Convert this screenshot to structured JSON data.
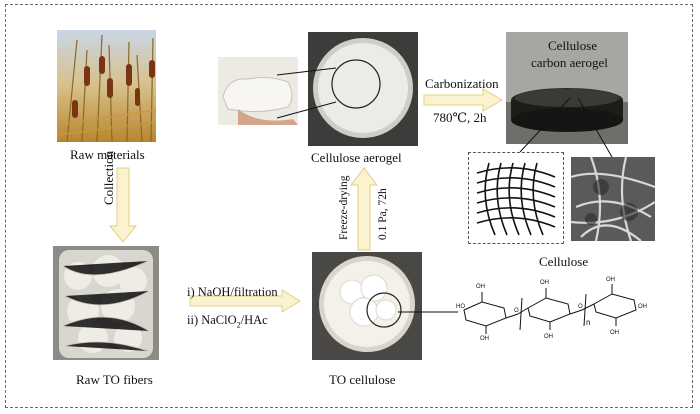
{
  "labels": {
    "raw_materials": "Raw materials",
    "collection": "Collection",
    "raw_to_fibers": "Raw TO fibers",
    "step1": "i) NaOH/filtration",
    "step2_pre": "ii) NaClO",
    "step2_sub": "2",
    "step2_post": "/HAc",
    "to_cellulose": "TO cellulose",
    "freeze_drying": "Freeze-drying",
    "freeze_conditions": "0.1 Pa, 72h",
    "cellulose_aerogel": "Cellulose aerogel",
    "carbonization": "Carbonization",
    "carbonization_conditions": "780℃, 2h",
    "carbon_aerogel_line1": "Cellulose",
    "carbon_aerogel_line2": "carbon aerogel",
    "cellulose": "Cellulose",
    "chem_n": "n"
  },
  "colors": {
    "arrow_fill": "#fbf3cf",
    "arrow_stroke": "#e3cf84",
    "frame": "#6a6a6a"
  },
  "icons": [
    "cattail-plants-photo",
    "fiber-jar-photo",
    "aerogel-foam-photo",
    "petri-dish-aerogel-photo",
    "carbon-aerogel-photo",
    "to-cellulose-dish-photo",
    "fiber-network-schematic",
    "sem-micrograph",
    "cellulose-chain-structure"
  ]
}
